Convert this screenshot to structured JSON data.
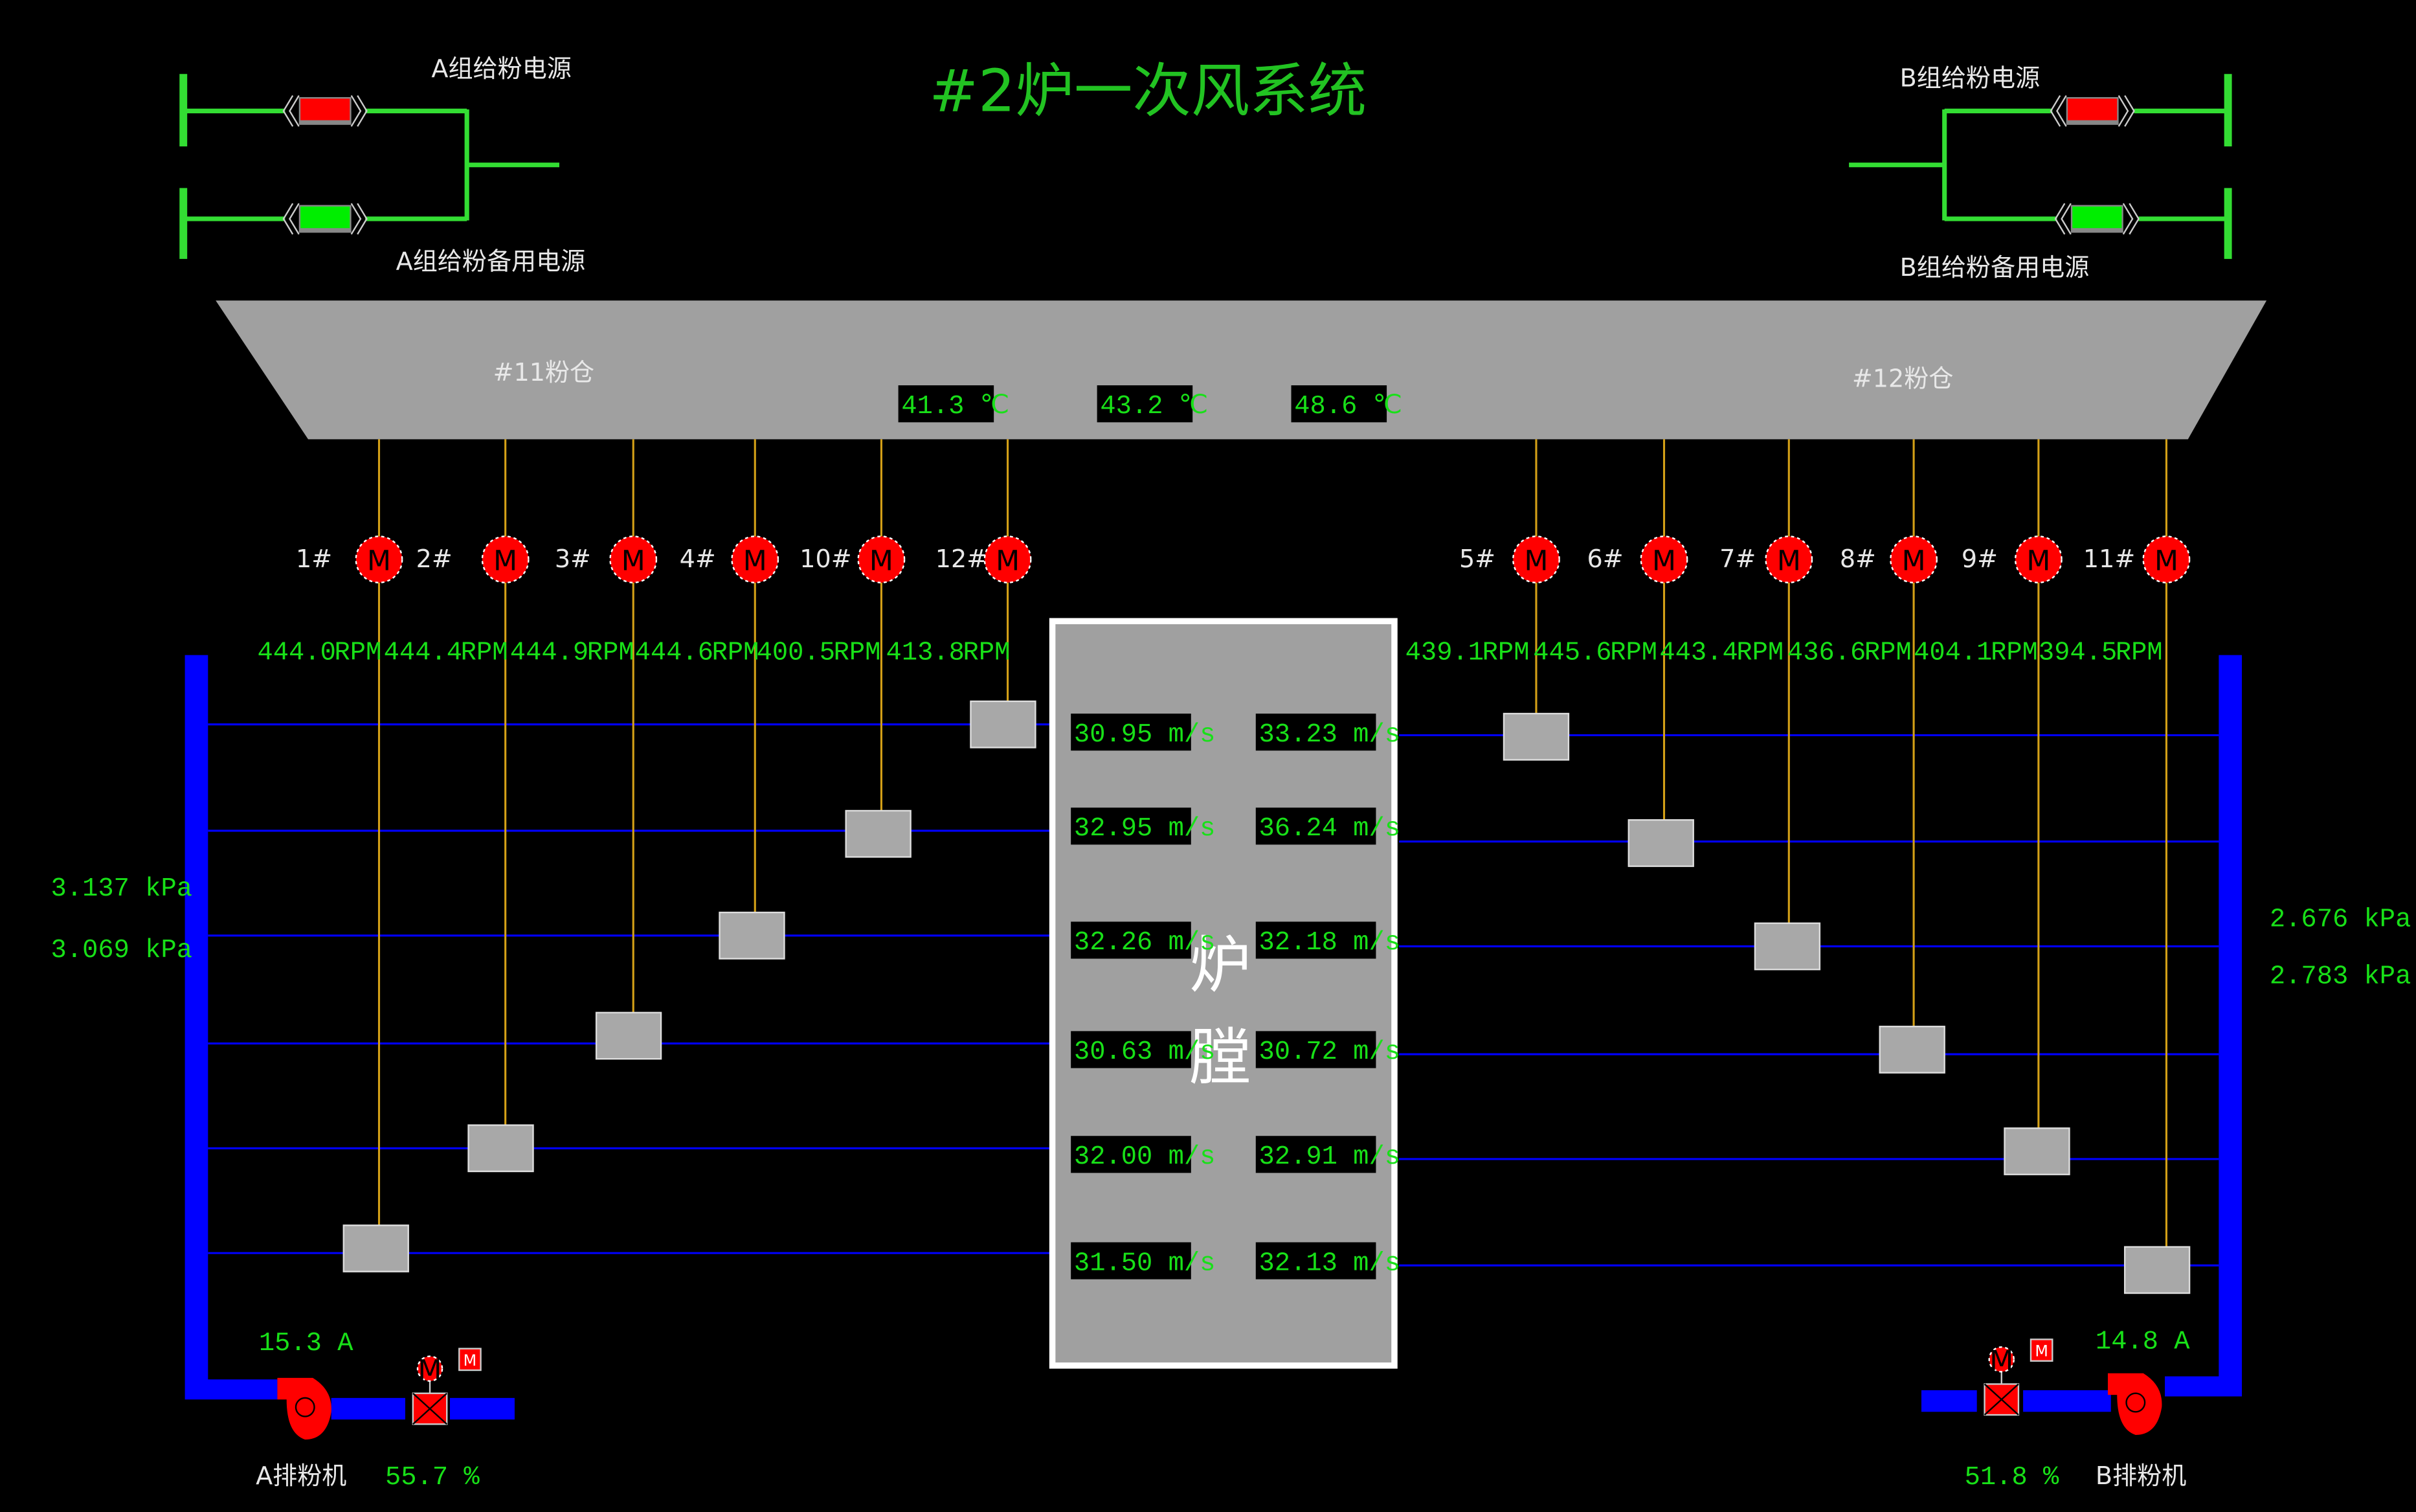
{
  "title": "#2炉一次风系统",
  "colors": {
    "background": "#000000",
    "green_line": "#33dd33",
    "value_text": "#18e018",
    "pipe": "#0000ff",
    "hopper": "#a0a0a0",
    "motor": "#ff0000",
    "feeder_line": "#d4a017"
  },
  "power": {
    "a_main": {
      "label": "A组给粉电源",
      "state_color": "#ff0000"
    },
    "a_backup": {
      "label": "A组给粉备用电源",
      "state_color": "#00ee00"
    },
    "b_main": {
      "label": "B组给粉电源",
      "state_color": "#ff0000"
    },
    "b_backup": {
      "label": "B组给粉备用电源",
      "state_color": "#00ee00"
    }
  },
  "hoppers": {
    "left": "#11粉仓",
    "right": "#12粉仓"
  },
  "temperatures": [
    "41.3 ℃",
    "43.2 ℃",
    "48.6 ℃"
  ],
  "motor_glyph": "M",
  "feeders_left": [
    {
      "name": "1#",
      "rpm": "444.0",
      "unit": "RPM"
    },
    {
      "name": "2#",
      "rpm": "444.4",
      "unit": "RPM"
    },
    {
      "name": "3#",
      "rpm": "444.9",
      "unit": "RPM"
    },
    {
      "name": "4#",
      "rpm": "444.6",
      "unit": "RPM"
    },
    {
      "name": "10#",
      "rpm": "400.5",
      "unit": "RPM"
    },
    {
      "name": "12#",
      "rpm": "413.8",
      "unit": "RPM"
    }
  ],
  "feeders_right": [
    {
      "name": "5#",
      "rpm": "439.1",
      "unit": "RPM"
    },
    {
      "name": "6#",
      "rpm": "445.6",
      "unit": "RPM"
    },
    {
      "name": "7#",
      "rpm": "443.4",
      "unit": "RPM"
    },
    {
      "name": "8#",
      "rpm": "436.6",
      "unit": "RPM"
    },
    {
      "name": "9#",
      "rpm": "404.1",
      "unit": "RPM"
    },
    {
      "name": "11#",
      "rpm": "394.5",
      "unit": "RPM"
    }
  ],
  "furnace": {
    "label_top": "炉",
    "label_bottom": "膛",
    "velocities_left": [
      "30.95 m/s",
      "32.95 m/s",
      "32.26 m/s",
      "30.63 m/s",
      "32.00 m/s",
      "31.50 m/s"
    ],
    "velocities_right": [
      "33.23 m/s",
      "36.24 m/s",
      "32.18 m/s",
      "30.72 m/s",
      "32.91 m/s",
      "32.13 m/s"
    ]
  },
  "pressures_left": [
    "3.137 kPa",
    "3.069 kPa"
  ],
  "pressures_right": [
    "2.676 kPa",
    "2.783 kPa"
  ],
  "exhausters": {
    "a": {
      "name": "A排粉机",
      "current": "15.3 A",
      "damper": "55.7 %",
      "mode": "M"
    },
    "b": {
      "name": "B排粉机",
      "current": "14.8 A",
      "damper": "51.8 %",
      "mode": "M"
    }
  }
}
